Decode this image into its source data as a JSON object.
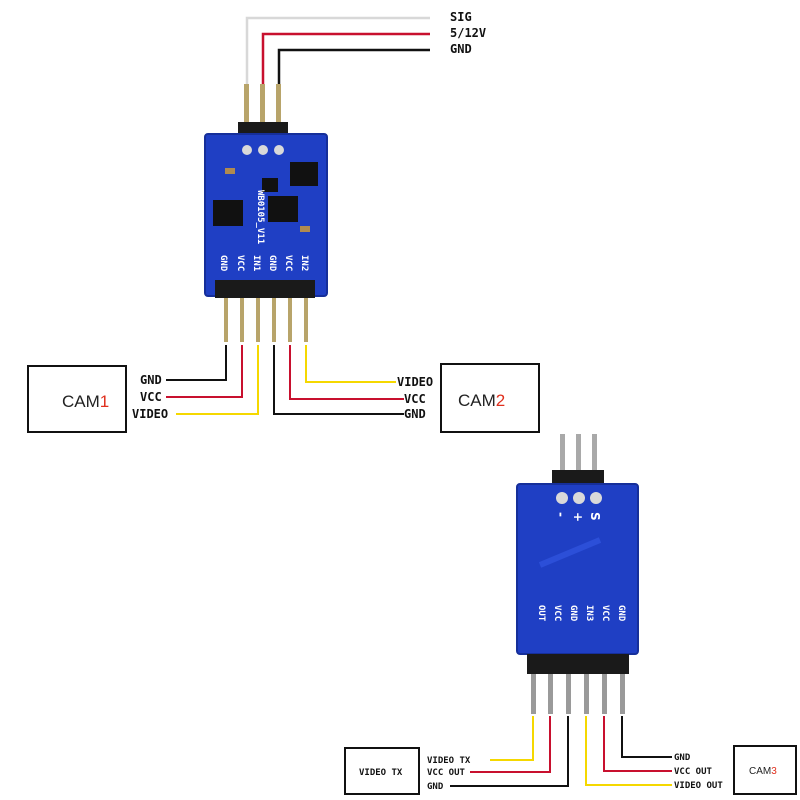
{
  "colors": {
    "pcb": "#1f3fc4",
    "pcb_edge": "#162f9a",
    "wire_signal": "#d8d8d8",
    "wire_power": "#c8102e",
    "wire_gnd": "#111111",
    "wire_video": "#f5d800",
    "accent_number": "#e0301e"
  },
  "module1": {
    "top_header": {
      "labels": [
        "SIG",
        "5/12V",
        "GND"
      ]
    },
    "silkscreen": "WB0105_V11",
    "bottom_pins": [
      "GND",
      "VCC",
      "IN1",
      "GND",
      "VCC",
      "IN2"
    ]
  },
  "cam1": {
    "title": "CAM",
    "number": "1",
    "wires": [
      "GND",
      "VCC",
      "VIDEO"
    ]
  },
  "cam2": {
    "title": "CAM",
    "number": "2",
    "wires": [
      "VIDEO",
      "VCC",
      "GND"
    ]
  },
  "module2": {
    "top_header": {
      "labels": [
        "-",
        "+",
        "S"
      ]
    },
    "bottom_pins": [
      "OUT",
      "VCC",
      "GND",
      "IN3",
      "VCC",
      "GND"
    ]
  },
  "video_tx": {
    "title": "VIDEO TX",
    "wires": [
      "VIDEO TX",
      "VCC OUT",
      "GND"
    ]
  },
  "cam3": {
    "title": "CAM",
    "number": "3",
    "wires": [
      "GND",
      "VCC OUT",
      "VIDEO OUT"
    ]
  }
}
